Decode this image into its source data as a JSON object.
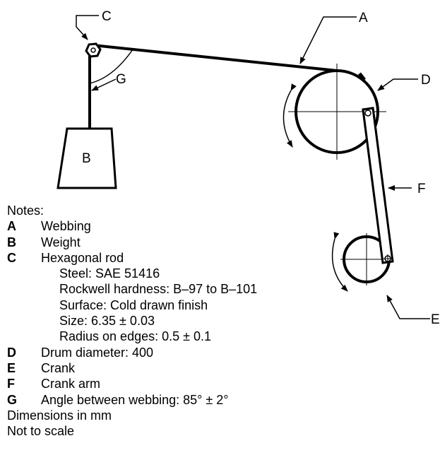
{
  "callouts": {
    "A": "A",
    "B": "B",
    "C": "C",
    "D": "D",
    "E": "E",
    "F": "F",
    "G": "G"
  },
  "notes": {
    "heading": "Notes:",
    "items": [
      {
        "key": "A",
        "text": "Webbing"
      },
      {
        "key": "B",
        "text": "Weight"
      },
      {
        "key": "C",
        "text": "Hexagonal rod"
      }
    ],
    "rod_details": [
      "Steel: SAE 51416",
      "Rockwell hardness: B–97 to B–101",
      "Surface: Cold drawn finish",
      "Size: 6.35 ± 0.03",
      "Radius on edges: 0.5 ± 0.1"
    ],
    "items2": [
      {
        "key": "D",
        "text": "Drum diameter: 400"
      },
      {
        "key": "E",
        "text": "Crank"
      },
      {
        "key": "F",
        "text": "Crank arm"
      },
      {
        "key": "G",
        "text": "Angle between webbing: 85° ± 2°"
      }
    ],
    "footer": [
      "Dimensions in mm",
      "Not to scale"
    ]
  }
}
